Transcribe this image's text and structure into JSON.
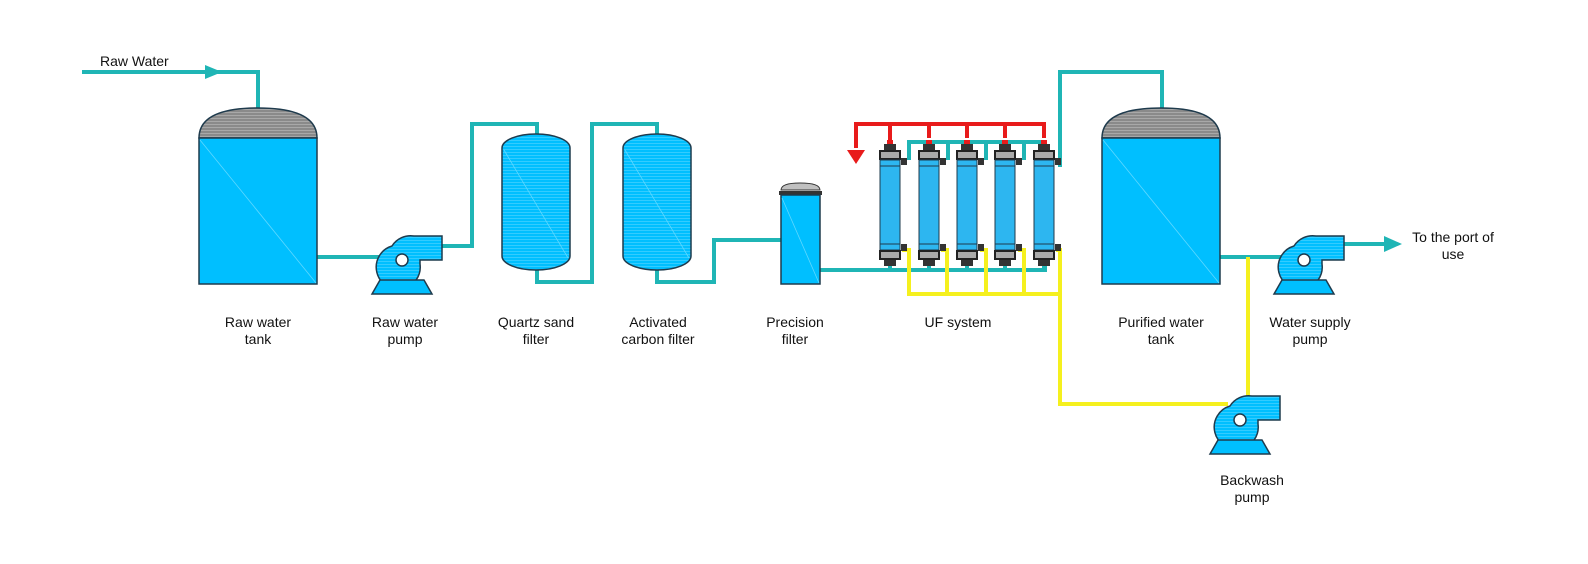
{
  "diagram": {
    "title": "UF water treatment process flow",
    "colors": {
      "water_pipe": "#1fb5b5",
      "concentrate_pipe": "#e81b1b",
      "backwash_pipe": "#f5f01e",
      "vessel_fill": "#00bfff",
      "vessel_stroke": "#1f3b4d",
      "dome_fill": "#8c8c8c"
    },
    "inlet_label": "Raw Water",
    "outlet_label": "To the port of\nuse",
    "equipment": [
      {
        "id": "raw-water-tank",
        "label": "Raw water\ntank"
      },
      {
        "id": "raw-water-pump",
        "label": "Raw water\npump"
      },
      {
        "id": "quartz-sand-filter",
        "label": "Quartz sand\nfilter"
      },
      {
        "id": "activated-carbon-filter",
        "label": "Activated\ncarbon filter"
      },
      {
        "id": "precision-filter",
        "label": "Precision\nfilter"
      },
      {
        "id": "uf-system",
        "label": "UF system",
        "modules": 5
      },
      {
        "id": "purified-water-tank",
        "label": "Purified water\ntank"
      },
      {
        "id": "water-supply-pump",
        "label": "Water supply\npump"
      },
      {
        "id": "backwash-pump",
        "label": "Backwash\npump"
      }
    ]
  }
}
